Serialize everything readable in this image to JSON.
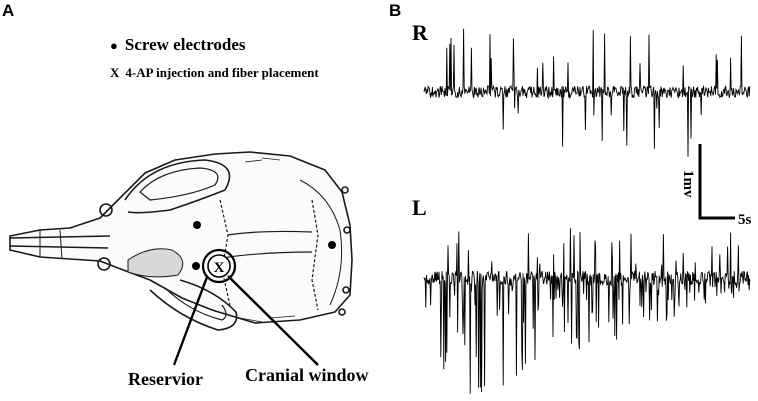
{
  "panels": {
    "a_label": "A",
    "b_label": "B"
  },
  "legend": {
    "dot_symbol": "●",
    "dot_text": "Screw electrodes",
    "x_symbol": "X",
    "x_text": "4-AP injection and fiber placement"
  },
  "skull": {
    "window_mark": "X",
    "reservoir_label": "Reservior",
    "window_label": "Cranial window"
  },
  "traces": {
    "right_label": "R",
    "left_label": "L",
    "scale_vertical": "1mv",
    "scale_horizontal": "5s"
  }
}
